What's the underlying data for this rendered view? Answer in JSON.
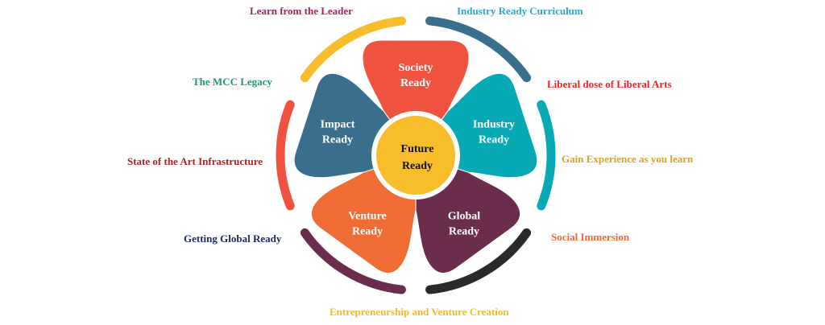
{
  "center": {
    "line1": "Future",
    "line2": "Ready",
    "color": "#f8bd2b"
  },
  "petals": [
    {
      "line1": "Society",
      "line2": "Ready",
      "color": "#ef5340",
      "angle_deg": 0
    },
    {
      "line1": "Industry",
      "line2": "Ready",
      "color": "#07aab4",
      "angle_deg": 72
    },
    {
      "line1": "Global",
      "line2": "Ready",
      "color": "#6b2d4e",
      "angle_deg": 144
    },
    {
      "line1": "Venture",
      "line2": "Ready",
      "color": "#ef6c34",
      "angle_deg": 216
    },
    {
      "line1": "Impact",
      "line2": "Ready",
      "color": "#3a6e8d",
      "angle_deg": 288
    }
  ],
  "arcs": [
    {
      "color": "#f8bd2b",
      "from_deg": -55,
      "to_deg": -6
    },
    {
      "color": "#3a6e8d",
      "from_deg": 6,
      "to_deg": 55
    },
    {
      "color": "#07aab4",
      "from_deg": 68,
      "to_deg": 112
    },
    {
      "color": "#2a2a2a",
      "from_deg": 125,
      "to_deg": 174
    },
    {
      "color": "#6b2d4e",
      "from_deg": 186,
      "to_deg": 235
    },
    {
      "color": "#ef5340",
      "from_deg": 248,
      "to_deg": 292
    }
  ],
  "labels": [
    {
      "text": "Learn from the Leader",
      "color": "#a5205f"
    },
    {
      "text": "Industry Ready Curriculum",
      "color": "#2aa7d6"
    },
    {
      "text": "The MCC Legacy",
      "color": "#1e9a6e"
    },
    {
      "text": "Liberal dose of Liberal Arts",
      "color": "#e8262a"
    },
    {
      "text": "State of the Art Infrastructure",
      "color": "#b11e22"
    },
    {
      "text": "Gain Experience as you learn",
      "color": "#d6a12c"
    },
    {
      "text": "Getting Global Ready",
      "color": "#1d2b63"
    },
    {
      "text": "Social Immersion",
      "color": "#ea6a3a"
    },
    {
      "text": "Entrepreneurship and Venture Creation",
      "color": "#f5b82b"
    }
  ]
}
